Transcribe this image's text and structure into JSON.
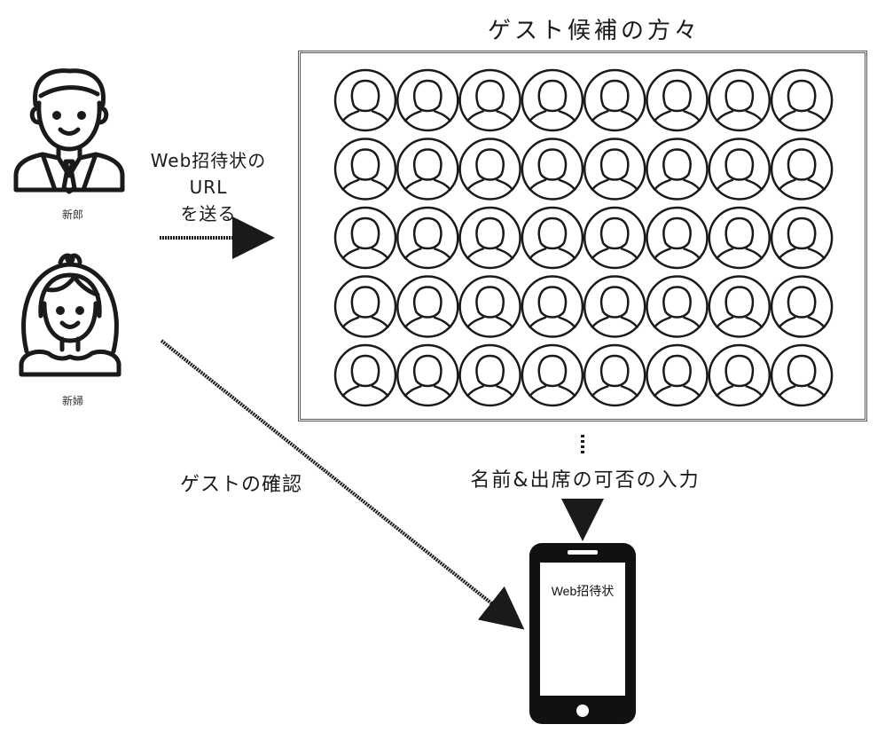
{
  "title": "ゲスト候補の方々",
  "people": {
    "groom": "新郎",
    "bride": "新婦"
  },
  "arrows": {
    "send_invite": "Web招待状の\nURL\nを送る",
    "confirm_guests": "ゲストの確認",
    "input": "名前&出席の可否の入力"
  },
  "phone": {
    "screen_text": "Web招待状"
  },
  "guest_grid": {
    "rows": 5,
    "cols": 8,
    "avatar_icon": "person-silhouette-icon"
  }
}
